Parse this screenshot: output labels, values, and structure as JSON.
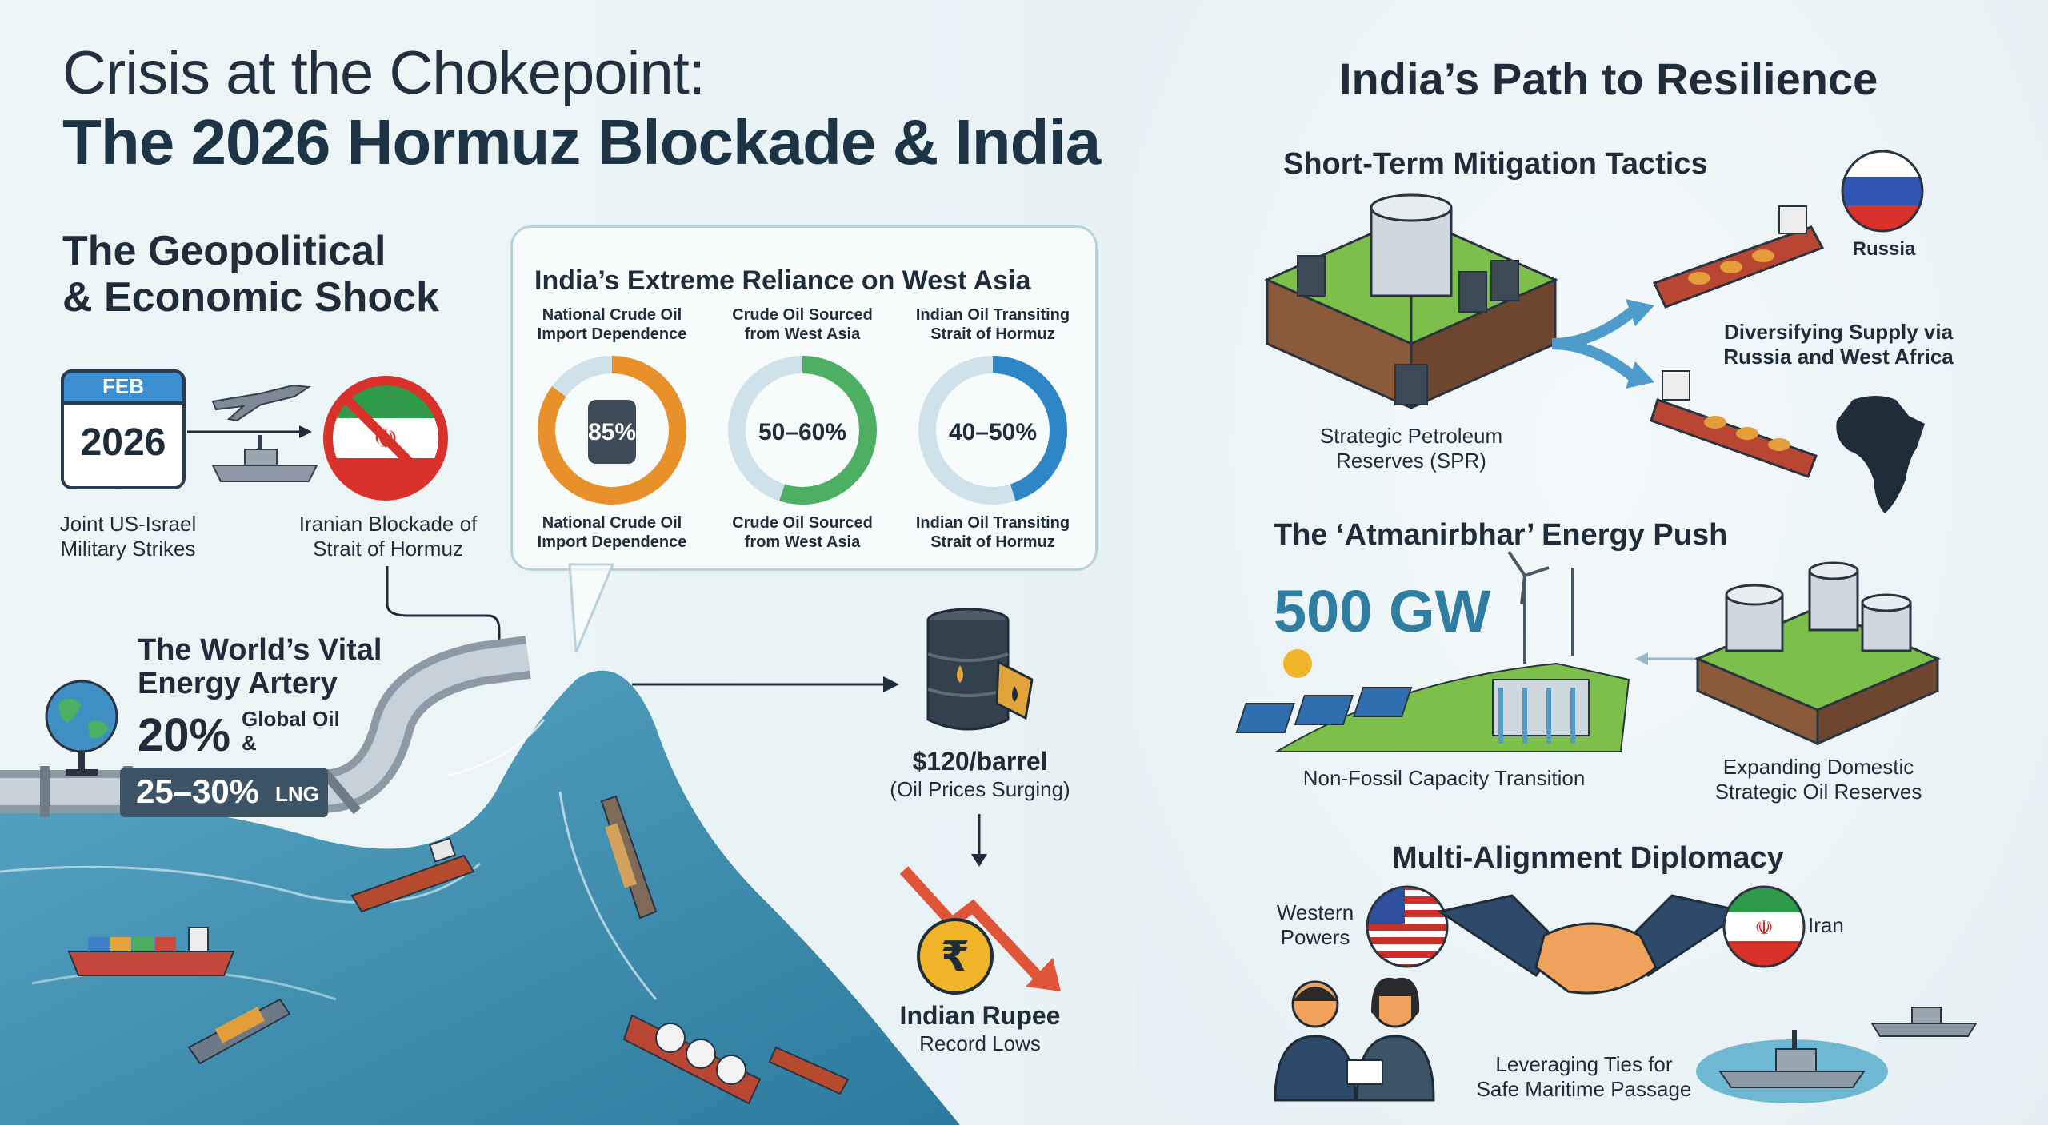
{
  "title": {
    "line1": "Crisis at the Chokepoint:",
    "line2": "The 2026 Hormuz Blockade & India"
  },
  "left": {
    "shock_heading_1": "The Geopolitical",
    "shock_heading_2": "& Economic Shock",
    "calendar_month": "FEB",
    "calendar_year": "2026",
    "strikes_label_1": "Joint US-Israel",
    "strikes_label_2": "Military Strikes",
    "blockade_label_1": "Iranian Blockade of",
    "blockade_label_2": "Strait of Hormuz",
    "artery_heading_1": "The World’s Vital",
    "artery_heading_2": "Energy Artery",
    "oil_share": "20%",
    "oil_share_label": "Global Oil",
    "ampersand": "&",
    "lng_share": "25–30%",
    "lng_label": "LNG",
    "price": "$120/barrel",
    "price_note": "(Oil Prices Surging)",
    "rupee_label_1": "Indian Rupee",
    "rupee_label_2": "Record Lows",
    "rupee_symbol": "₹"
  },
  "reliance": {
    "heading": "India’s Extreme Reliance on West Asia",
    "items": [
      {
        "top_1": "National Crude Oil",
        "top_2": "Import Dependence",
        "value": "85%",
        "fraction": 0.85,
        "bottom_1": "National Crude Oil",
        "bottom_2": "Import Dependence",
        "color": "#e8912b"
      },
      {
        "top_1": "Crude Oil Sourced",
        "top_2": "from West Asia",
        "value": "50–60%",
        "fraction": 0.55,
        "bottom_1": "Crude Oil Sourced",
        "bottom_2": "from West Asia",
        "color": "#4caf62"
      },
      {
        "top_1": "Indian Oil Transiting",
        "top_2": "Strait of Hormuz",
        "value": "40–50%",
        "fraction": 0.45,
        "bottom_1": "Indian Oil Transiting",
        "bottom_2": "Strait of Hormuz",
        "color": "#2f86c6"
      }
    ]
  },
  "right": {
    "heading": "India’s Path to Resilience",
    "short_term_heading": "Short-Term Mitigation Tactics",
    "spr_label_1": "Strategic Petroleum",
    "spr_label_2": "Reserves (SPR)",
    "russia_label": "Russia",
    "diversify_label_1": "Diversifying Supply via",
    "diversify_label_2": "Russia and West Africa",
    "atmanirbhar_heading": "The ‘Atmanirbhar’ Energy Push",
    "capacity_value": "500 GW",
    "capacity_label": "Non-Fossil Capacity Transition",
    "reserves_label_1": "Expanding Domestic",
    "reserves_label_2": "Strategic Oil Reserves",
    "diplomacy_heading": "Multi-Alignment Diplomacy",
    "western_label_1": "Western",
    "western_label_2": "Powers",
    "iran_label": "Iran",
    "ties_label_1": "Leveraging Ties for",
    "ties_label_2": "Safe Maritime Passage"
  },
  "colors": {
    "sea": "#3f8fb0",
    "sea_light": "#9ccfe0",
    "accent_blue": "#2f7da0",
    "arrow_red": "#e0553a"
  }
}
